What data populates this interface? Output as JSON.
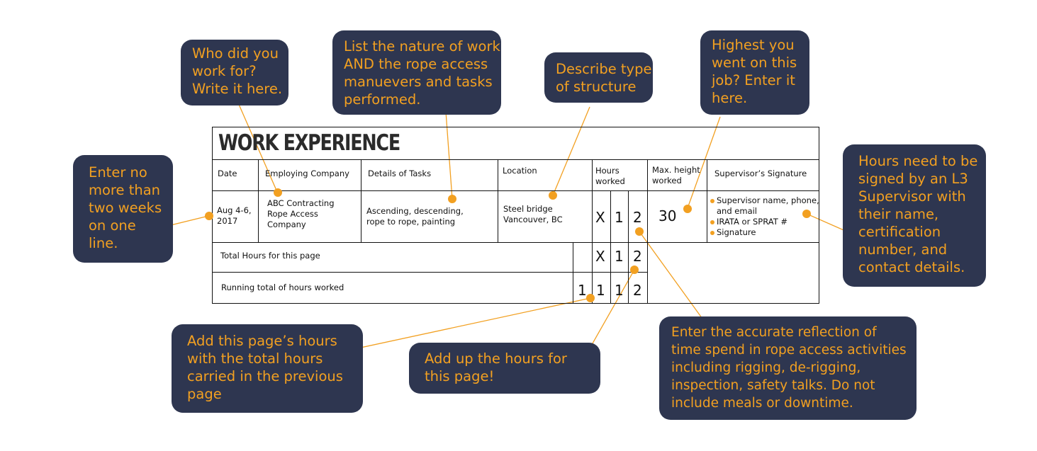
{
  "form": {
    "title": "WORK EXPERIENCE",
    "headers": {
      "date": "Date",
      "company": "Employing Company",
      "tasks": "Details of Tasks",
      "location": "Location",
      "hours_line1": "Hours",
      "hours_line2": "worked",
      "maxheight_line1": "Max. height",
      "maxheight_line2": "worked",
      "signature": "Supervisor’s Signature"
    },
    "row": {
      "date_line1": "Aug 4-6,",
      "date_line2": "2017",
      "company_line1": "ABC Contracting",
      "company_line2": "Rope Access",
      "company_line3": "Company",
      "tasks_line1": "Ascending, descending,",
      "tasks_line2": "rope to rope, painting",
      "location_line1": "Steel bridge",
      "location_line2": "Vancouver, BC",
      "hours_digits": [
        "X",
        "1",
        "2"
      ],
      "max_height": "30",
      "signature_items": [
        "Supervisor name, phone,",
        "and email",
        "IRATA or SPRAT #",
        "Signature"
      ]
    },
    "total_page": {
      "label": "Total Hours for this page",
      "digits": [
        "X",
        "1",
        "2"
      ]
    },
    "running_total": {
      "label": "Running total of hours worked",
      "digits": [
        "1",
        "1",
        "1",
        "2"
      ]
    }
  },
  "callouts": {
    "who": [
      "Who did you",
      "work for?",
      "Write it here."
    ],
    "nature": [
      "List the nature of work",
      "AND the rope access",
      "manuevers and tasks",
      "performed."
    ],
    "structure": [
      "Describe type",
      "of structure"
    ],
    "highest": [
      "Highest you",
      "went on this",
      "job? Enter it",
      "here."
    ],
    "two_weeks": [
      "Enter no",
      "more than",
      "two weeks",
      "on one",
      "line."
    ],
    "signed": [
      "Hours need to be",
      "signed by an L3",
      "Supervisor with",
      "their name,",
      "certification",
      "number, and",
      "contact details."
    ],
    "add_page": [
      "Add this page’s hours",
      "with the total hours",
      "carried in the previous",
      "page"
    ],
    "add_up": [
      "Add up the hours for",
      "this page!"
    ],
    "accurate": [
      "Enter the accurate reflection of",
      "time spend in rope access activities",
      "including rigging, de-rigging,",
      "inspection, safety talks. Do not",
      "include meals or downtime."
    ]
  },
  "colors": {
    "callout_bg": "#2e3650",
    "accent": "#f2a021",
    "line": "#111111"
  }
}
